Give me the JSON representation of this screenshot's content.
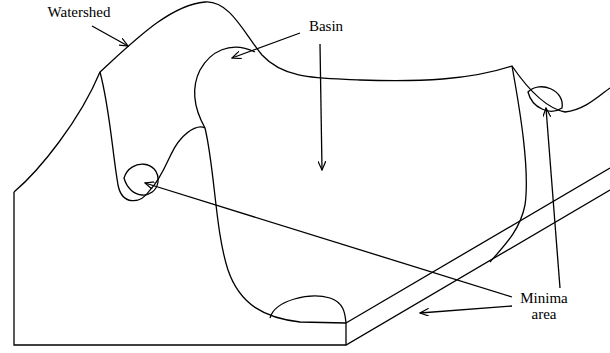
{
  "diagram": {
    "labels": [
      "Watershed",
      "Basin",
      "Minima area"
    ]
  }
}
